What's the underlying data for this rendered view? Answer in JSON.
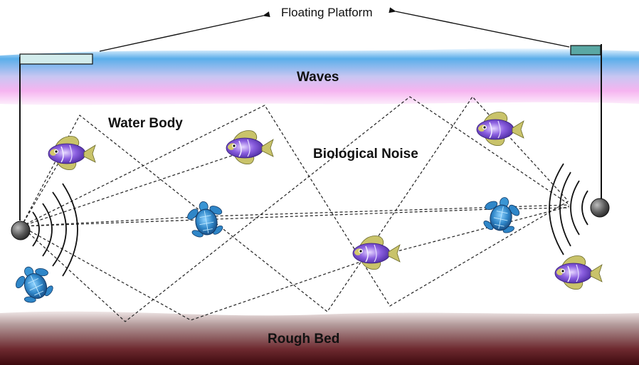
{
  "labels": {
    "floating_platform": "Floating Platform",
    "waves": "Waves",
    "water_body": "Water Body",
    "biological_noise": "Biological Noise",
    "rough_bed": "Rough Bed"
  },
  "colors": {
    "wave_blue": "#5aaeea",
    "wave_pink": "#f6b4f0",
    "bed_top": "#d8c8c8",
    "bed_bottom": "#4a0e12",
    "platform_left": "#d2ecec",
    "platform_right": "#5aa8a4",
    "hydrophone": "#555555",
    "ray": "#222222",
    "fish_body": "#7a4fd6",
    "fish_fin": "#c9c36a",
    "turtle": "#2f86c8"
  },
  "icons": {
    "fish": "tropical-fish-icon",
    "turtle": "sea-turtle-icon",
    "hydrophone": "hydrophone-sphere-icon",
    "platform": "floating-platform-icon"
  }
}
